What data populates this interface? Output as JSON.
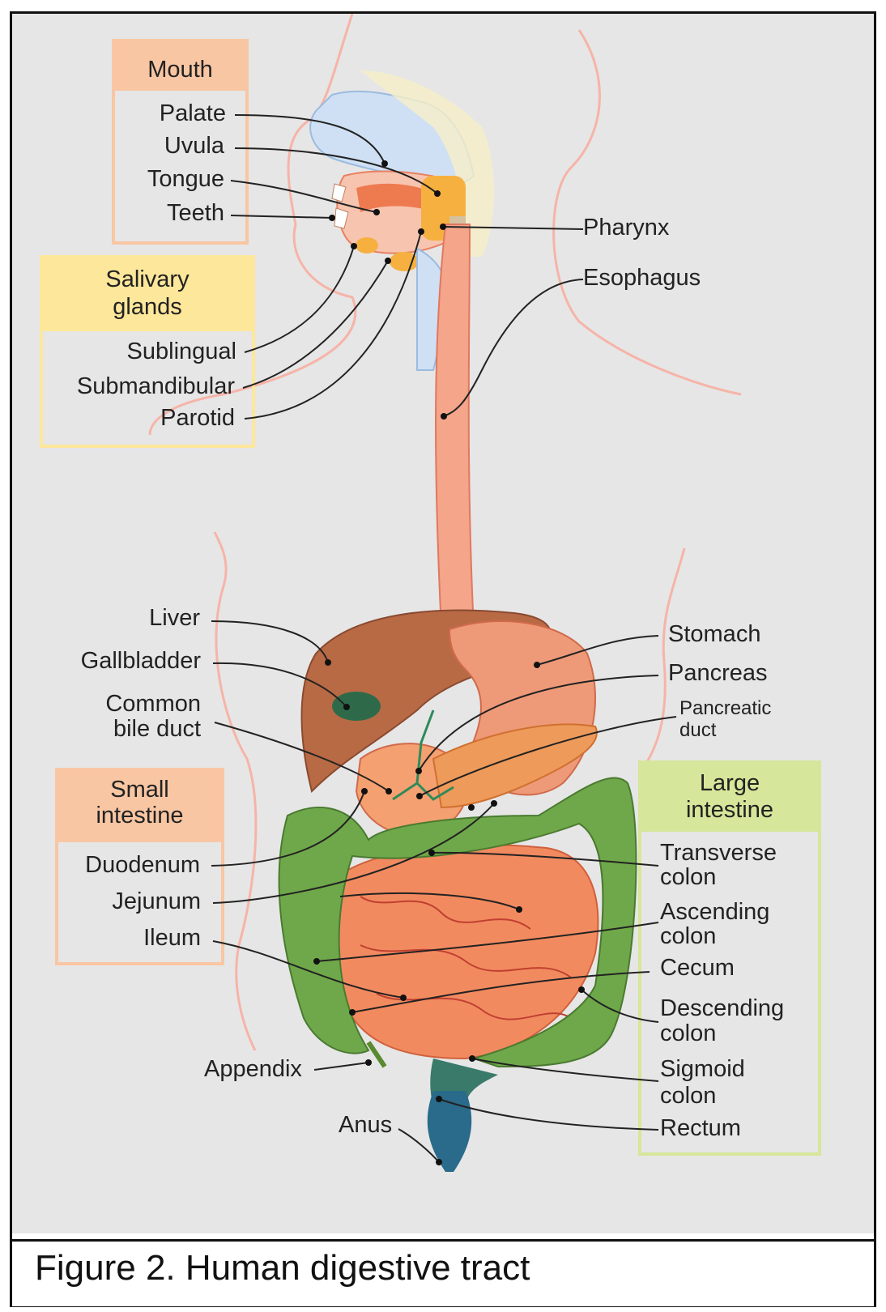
{
  "groups": {
    "mouth": "Mouth",
    "salivary": [
      "Salivary",
      "glands"
    ],
    "small": [
      "Small",
      "intestine"
    ],
    "large": [
      "Large",
      "intestine"
    ]
  },
  "labels": {
    "palate": "Palate",
    "uvula": "Uvula",
    "tongue": "Tongue",
    "teeth": "Teeth",
    "sublingual": "Sublingual",
    "submandibular": "Submandibular",
    "parotid": "Parotid",
    "pharynx": "Pharynx",
    "esophagus": "Esophagus",
    "liver": "Liver",
    "gallbladder": "Gallbladder",
    "common_bile_duct": [
      "Common",
      "bile duct"
    ],
    "stomach": "Stomach",
    "pancreas": "Pancreas",
    "pancreatic_duct": [
      "Pancreatic",
      "duct"
    ],
    "duodenum": "Duodenum",
    "jejunum": "Jejunum",
    "ileum": "Ileum",
    "appendix": "Appendix",
    "anus": "Anus",
    "transverse_colon": [
      "Transverse",
      "colon"
    ],
    "ascending_colon": [
      "Ascending",
      "colon"
    ],
    "cecum": "Cecum",
    "descending_colon": [
      "Descending",
      "colon"
    ],
    "sigmoid_colon": [
      "Sigmoid",
      "colon"
    ],
    "rectum": "Rectum"
  },
  "caption": "Figure 2.  Human digestive tract",
  "colors": {
    "background": "#e6e6e6",
    "mouth_box": "#f9c6a3",
    "salivary_box": "#fde79a",
    "small_box": "#f9c6a3",
    "large_box": "#d6e69a",
    "esophagus": "#f4a58a",
    "liver": "#b86a45",
    "stomach": "#ee9a78",
    "pancreas": "#ee9a5a",
    "small_intestine": "#f28a60",
    "large_intestine": "#6fa84a",
    "sigmoid": "#3a7a6a",
    "rectum": "#2a6a8a",
    "gallbladder": "#2e6a4a",
    "body_outline": "#f6b4a8"
  }
}
